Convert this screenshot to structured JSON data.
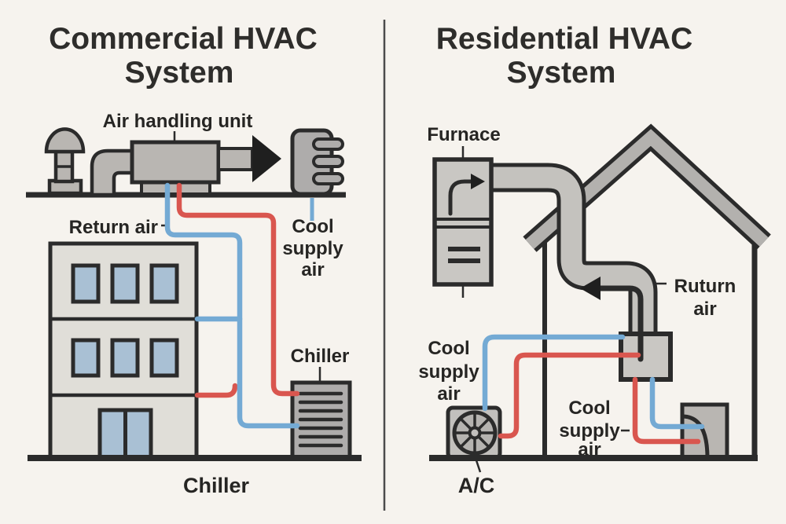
{
  "left": {
    "title": [
      "Commercial HVAC",
      "System"
    ],
    "air_handling_unit_label": "Air handling unit",
    "return_air_label": "Return air",
    "cool_supply_air_label": [
      "Cool",
      "supply",
      "air"
    ],
    "chiller_unit_label": "Chiller",
    "chiller_caption": "Chiller"
  },
  "right": {
    "title": [
      "Residential HVAC",
      "System"
    ],
    "furnace_label": "Furnace",
    "return_air_label": [
      "Ruturn",
      "air"
    ],
    "cool_supply_air_outdoor_label": [
      "Cool",
      "supply",
      "air"
    ],
    "cool_supply_air_indoor_label": [
      "Cool",
      "supply",
      "air"
    ],
    "ac_label": "A/C"
  },
  "colors": {
    "background": "#f6f3ee",
    "outline": "#2b2b2b",
    "equipment_gray": "#b9b6b2",
    "light_gray": "#c9c7c3",
    "building_fill": "#e0ded8",
    "window_blue": "#a9c0d4",
    "pipe_cool_blue": "#74aad4",
    "pipe_warm_red": "#d9564f",
    "divider": "#4b4b4b",
    "text": "#262523"
  }
}
